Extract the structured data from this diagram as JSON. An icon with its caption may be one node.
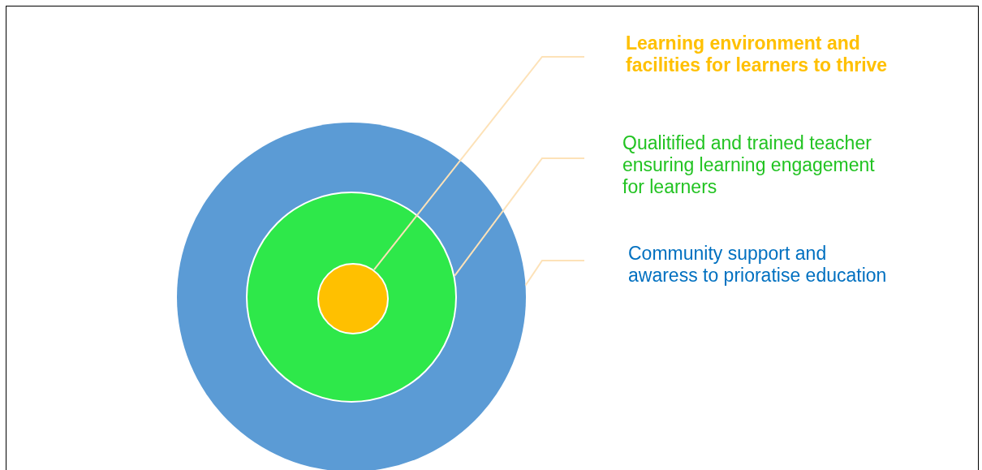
{
  "diagram": {
    "nodes": [
      {
        "text": [
          "Learning environment and facilities for learners to thrive"
        ]
      },
      {
        "text": [
          "Qualitified and trained teacher ensuring learning engagement for learners"
        ]
      },
      {
        "text": [
          "Community support and awaress to prioratise education"
        ]
      },
      {
        "text": [],
        "shape": "circle"
      },
      {
        "text": [],
        "shape": "circle",
        "in": 3
      },
      {
        "text": [],
        "shape": "circle",
        "in": 4
      }
    ],
    "edges": [
      {
        "from": 0,
        "to": 5,
        "arrow": "none"
      },
      {
        "from": 1,
        "to": 4,
        "arrow": "none"
      },
      {
        "from": 2,
        "to": 3,
        "arrow": "none"
      }
    ]
  }
}
